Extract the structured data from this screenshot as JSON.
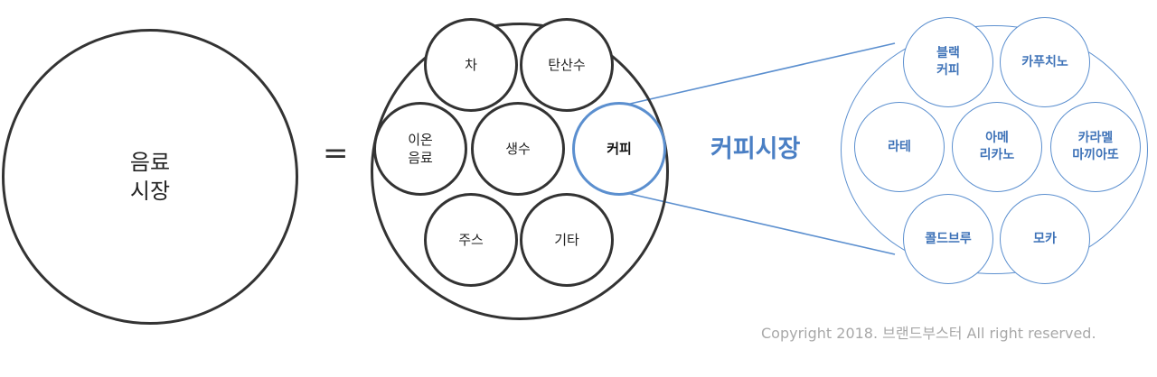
{
  "beverage_market": "음료\n시장",
  "equals": "=",
  "beverage_categories": {
    "tea": "차",
    "soda": "탄산수",
    "ion": "이온\n음료",
    "water": "생수",
    "coffee": "커피",
    "juice": "주스",
    "other": "기타"
  },
  "coffee_market_label": "커피시장",
  "coffee_types": {
    "black": "블랙\n커피",
    "cappuccino": "카푸치노",
    "latte": "라테",
    "americano": "아메\n리카노",
    "caramel": "카라멜\n마끼아또",
    "cold_brew": "콜드브루",
    "mocha": "모카"
  },
  "copyright": "Copyright 2018. 브랜드부스터 All right reserved.",
  "colors": {
    "dark_outline": "#333333",
    "accent_blue": "#5b8fcf",
    "blue_text": "#3f73b8",
    "copyright_gray": "#a8a8a8"
  }
}
